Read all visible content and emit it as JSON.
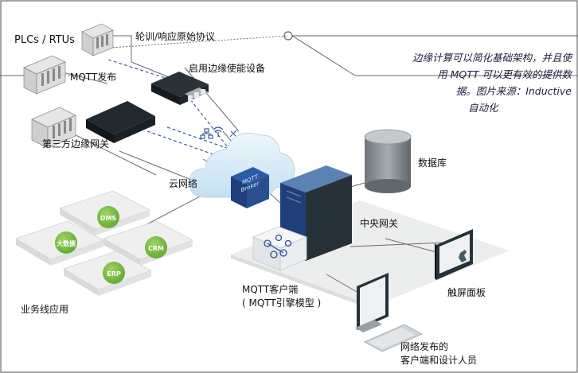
{
  "labels": {
    "plcs": "PLCs / RTUs",
    "protocol": "轮训/响应原始协议",
    "mqtt_publish": "MQTT发布",
    "edge_device": "启用边缘使能设备",
    "third_party_gateway": "第三方边缘网关",
    "cloud_network": "云网络",
    "mqtt_broker_line1": "MQTT",
    "mqtt_broker_line2": "Broker",
    "database": "数据库",
    "central_gateway": "中央网关",
    "touch_panel": "触屏面板",
    "mqtt_client_line1": "MQTT客户端",
    "mqtt_client_line2": "( MQTT引擎模型 )",
    "web_publish_line1": "网络发布的",
    "web_publish_line2": "客户端和设计人员",
    "business_apps": "业务线应用",
    "dms": "DMS",
    "big_data": "大数据",
    "crm": "CRM",
    "erp": "ERP"
  },
  "caption": {
    "line1": "边缘计算可以简化基础架构，并且使",
    "line2": "用 MQTT 可以更有效的提供数",
    "line3": "据。图片来源：Inductive",
    "line4": "自动化"
  },
  "colors": {
    "green": "#7dc242",
    "navy": "#1f3e7a",
    "server_dark": "#1d2a33",
    "cloud": "#d6eaf6"
  }
}
